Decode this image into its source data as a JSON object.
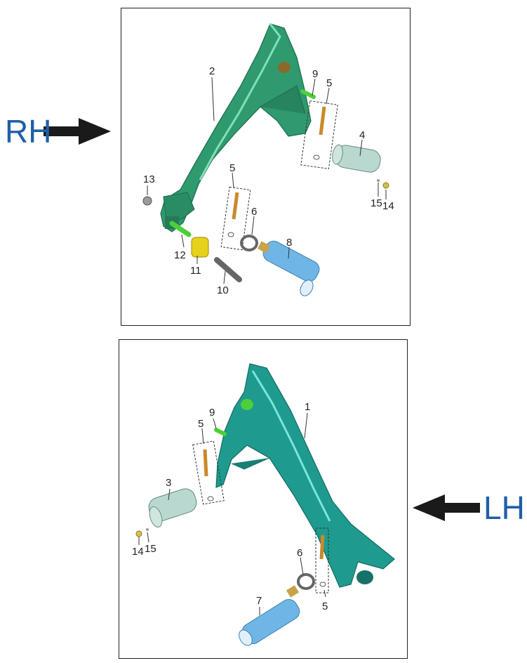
{
  "labels": {
    "right": "RH",
    "left": "LH"
  },
  "colors": {
    "frame_rh": "#2e9a6e",
    "frame_lh": "#1f9a8e",
    "bolt": "#c98a2a",
    "green_part": "#4ccf3a",
    "yellow_part": "#e6d21a",
    "blue_part": "#6fb6e6",
    "label_blue": "#1f5fa8"
  },
  "callouts_rh": [
    "2",
    "9",
    "5",
    "4",
    "13",
    "5",
    "6",
    "8",
    "15",
    "14",
    "12",
    "11",
    "10"
  ],
  "callouts_lh": [
    "1",
    "9",
    "5",
    "3",
    "14",
    "15",
    "6",
    "7",
    "5"
  ]
}
